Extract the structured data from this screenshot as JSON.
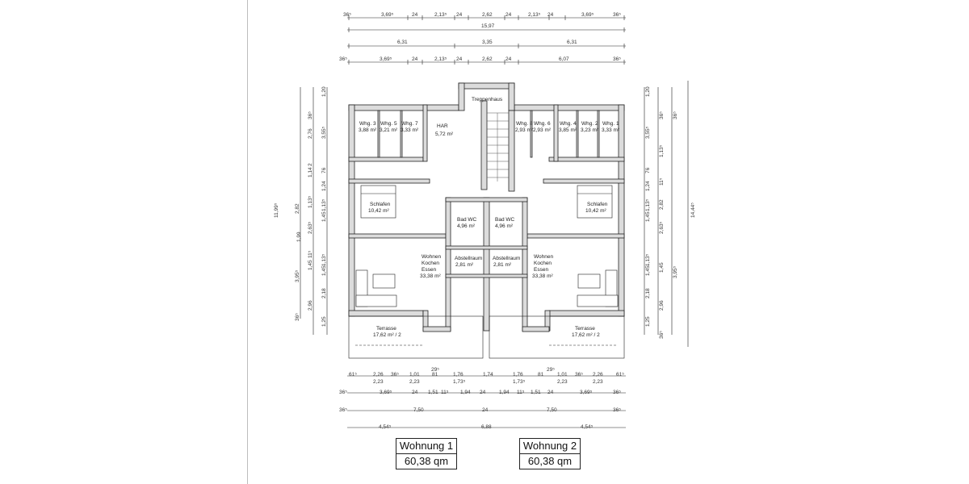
{
  "dimensions": {
    "top_row1": [
      "36⁵",
      "3,69⁵",
      "24",
      "2,13⁵",
      "24",
      "2,62",
      "24",
      "2,13⁵",
      "24",
      "3,69⁵",
      "36⁵"
    ],
    "top_total": "15,97",
    "top_row3": [
      "6,31",
      "3,35",
      "6,31"
    ],
    "top_row4": [
      "36⁵",
      "3,69⁵",
      "24",
      "2,13⁵",
      "24",
      "2,62",
      "24",
      "6,07",
      "36⁵"
    ],
    "left_total": "11,99⁵",
    "right_total": "14,44⁵",
    "bottom_row1": [
      "61⁵",
      "2,26",
      "36⁵",
      "1,01",
      "81",
      "1,76",
      "1,74",
      "1,76",
      "81",
      "1,01",
      "36⁵",
      "2,26",
      "61⁵"
    ],
    "bottom_row1_sub": [
      "2,23",
      "2,23",
      "1,73⁵",
      "1,73⁵",
      "2,23",
      "2,23"
    ],
    "bottom_row1_top": [
      "29⁵",
      "29⁵"
    ],
    "bottom_row2": [
      "36⁵",
      "3,69⁵",
      "24",
      "1,51",
      "11⁵",
      "1,94",
      "24",
      "1,94",
      "11⁵",
      "1,51",
      "24",
      "3,69⁵",
      "36⁵"
    ],
    "bottom_row3": [
      "36⁵",
      "7,50",
      "24",
      "7,50",
      "36⁵"
    ],
    "bottom_row4": [
      "4,54⁵",
      "6,88",
      "4,54⁵"
    ],
    "left_chain": [
      "1,20",
      "3,55⁵",
      "76",
      "1,24",
      "1,13⁵",
      "1,45",
      "1,13⁵",
      "1,45",
      "2,18",
      "1,25"
    ],
    "left_chain2": [
      "36⁵",
      "2,76",
      "1,14",
      "2",
      "1,13⁵",
      "2,82",
      "2,63⁵",
      "1,99",
      "1,45",
      "11⁵",
      "3,95⁵",
      "2,96",
      "36⁵"
    ]
  },
  "rooms": {
    "stair": "Treppenhaus",
    "har": {
      "name": "HAR",
      "area": "5,72 m²"
    },
    "storage_left": [
      {
        "name": "Whg. 3",
        "area": "3,88 m²"
      },
      {
        "name": "Whg. 5",
        "area": "3,21 m²"
      },
      {
        "name": "Whg. 7",
        "area": "3,33 m²"
      }
    ],
    "storage_right": [
      {
        "name": "Whg. 8",
        "area": "2,93 m²"
      },
      {
        "name": "Whg. 6",
        "area": "2,93 m²"
      },
      {
        "name": "Whg. 4",
        "area": "3,85 m²"
      },
      {
        "name": "Whg. 2",
        "area": "3,23 m²"
      },
      {
        "name": "Whg. 1",
        "area": "3,33 m²"
      }
    ],
    "bed_left": {
      "name": "Schlafen",
      "area": "10,42 m²"
    },
    "bed_right": {
      "name": "Schlafen",
      "area": "10,42 m²"
    },
    "bath_left": {
      "name": "Bad WC",
      "area": "4,96 m²"
    },
    "bath_right": {
      "name": "Bad WC",
      "area": "4,96 m²"
    },
    "abst_left": {
      "name": "Abstellraum",
      "area": "2,81 m²"
    },
    "abst_right": {
      "name": "Abstellraum",
      "area": "2,81 m²"
    },
    "living_left": {
      "l1": "Wohnen",
      "l2": "Kochen",
      "l3": "Essen",
      "area": "33,38 m²"
    },
    "living_right": {
      "l1": "Wohnen",
      "l2": "Kochen",
      "l3": "Essen",
      "area": "33,38 m²"
    },
    "terrace_left": {
      "name": "Terrasse",
      "area": "17,62 m² / 2"
    },
    "terrace_right": {
      "name": "Terrasse",
      "area": "17,62 m² / 2"
    }
  },
  "units": [
    {
      "name": "Wohnung 1",
      "area": "60,38 qm"
    },
    {
      "name": "Wohnung 2",
      "area": "60,38 qm"
    }
  ]
}
